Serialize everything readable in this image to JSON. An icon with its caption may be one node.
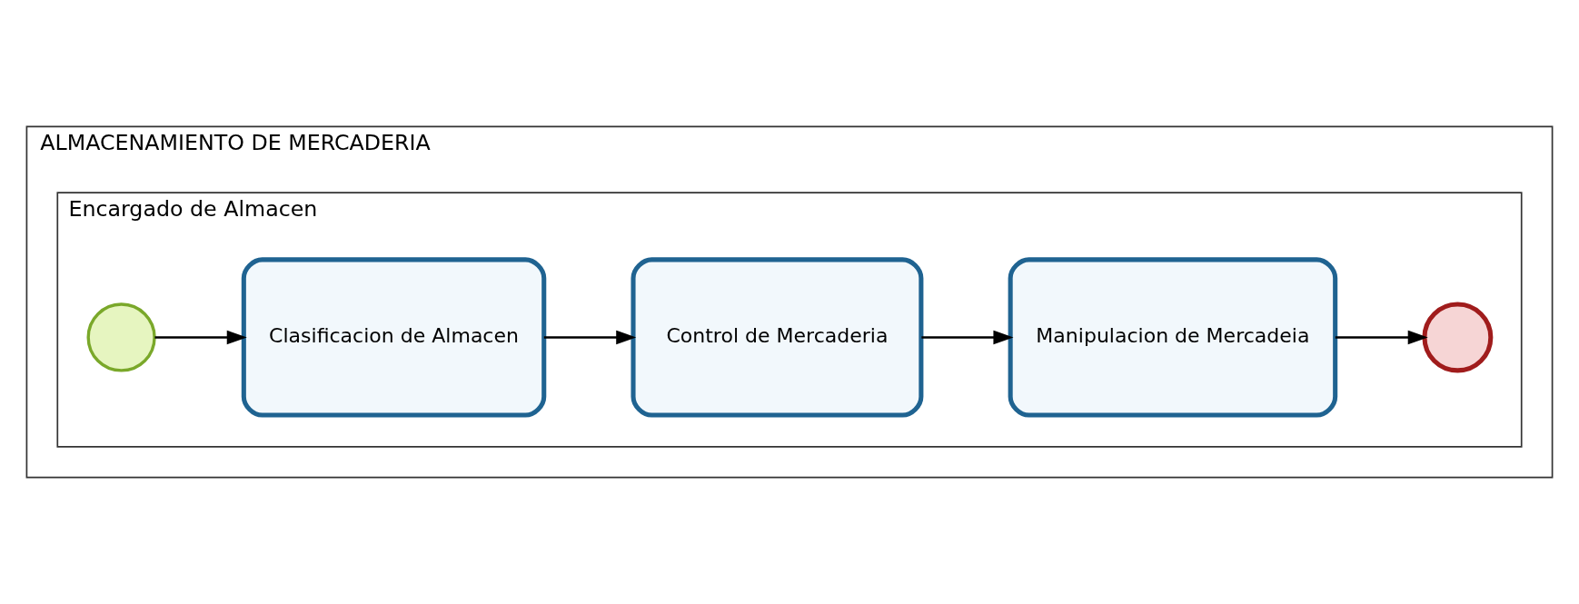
{
  "diagram": {
    "nodes": [
      {
        "text": [
          "ALMACENAMIENTO DE MERCADERIA"
        ]
      },
      {
        "text": [
          "Encargado de Almacen"
        ],
        "in": 0
      },
      {
        "text": [],
        "shape": "circle",
        "in": 1
      },
      {
        "text": [
          "Clasificacion de Almacen"
        ],
        "in": 1
      },
      {
        "text": [
          "Control de Mercaderia"
        ],
        "in": 1
      },
      {
        "text": [
          "Manipulacion de Mercadeia"
        ],
        "in": 1
      },
      {
        "text": [],
        "shape": "circle",
        "in": 1
      }
    ],
    "edges": [
      {
        "from": 2,
        "to": 3,
        "arrow": "to"
      },
      {
        "from": 3,
        "to": 4,
        "arrow": "to"
      },
      {
        "from": 4,
        "to": 5,
        "arrow": "to"
      },
      {
        "from": 5,
        "to": 6,
        "arrow": "to"
      }
    ]
  }
}
